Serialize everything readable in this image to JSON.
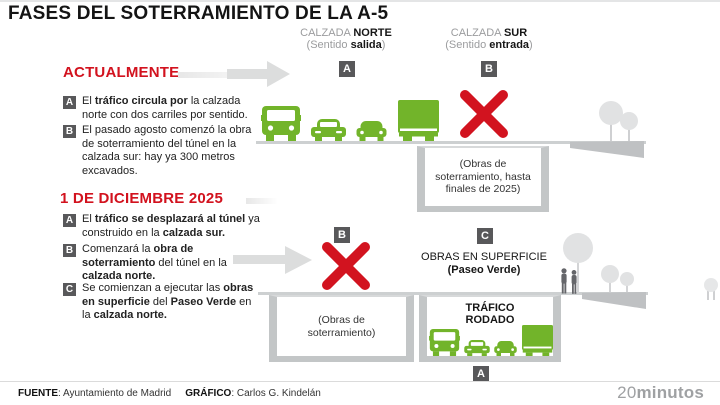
{
  "title": "FASES DEL SOTERRAMIENTO DE LA A-5",
  "colors": {
    "accent_red": "#d2131f",
    "vehicle_green": "#72b42a",
    "badge_gray": "#58585a",
    "scenery_gray": "#c7c9cb"
  },
  "headers": {
    "north": {
      "title": [
        {
          "t": "CALZADA ",
          "b": false
        },
        {
          "t": "NORTE",
          "b": true
        }
      ],
      "subtitle": [
        {
          "t": "(Sentido ",
          "b": false
        },
        {
          "t": "salida",
          "b": true
        },
        {
          "t": ")",
          "b": false
        }
      ],
      "badge": "A"
    },
    "south": {
      "title": [
        {
          "t": "CALZADA ",
          "b": false
        },
        {
          "t": "SUR",
          "b": true
        }
      ],
      "subtitle": [
        {
          "t": "(Sentido ",
          "b": false
        },
        {
          "t": "entrada",
          "b": true
        },
        {
          "t": ")",
          "b": false
        }
      ],
      "badge": "B"
    }
  },
  "sections": {
    "now": {
      "heading": "ACTUALMENTE",
      "items": [
        {
          "badge": "A",
          "text": [
            {
              "t": "El ",
              "b": false
            },
            {
              "t": "tráfico circula por",
              "b": true
            },
            {
              "t": " la calzada norte con dos carriles por sentido.",
              "b": false
            }
          ]
        },
        {
          "badge": "B",
          "text": [
            {
              "t": "El pasado agosto comenzó la obra de soterramiento del túnel en la calzada sur: hay ya 300 metros excavados.",
              "b": false
            }
          ]
        }
      ]
    },
    "dec": {
      "heading": "1 DE DICIEMBRE 2025",
      "items": [
        {
          "badge": "A",
          "text": [
            {
              "t": "El ",
              "b": false
            },
            {
              "t": "tráfico se desplazará al túnel",
              "b": true
            },
            {
              "t": " ya construido en la ",
              "b": false
            },
            {
              "t": "calzada sur.",
              "b": true
            }
          ]
        },
        {
          "badge": "B",
          "text": [
            {
              "t": "Comenzará la ",
              "b": false
            },
            {
              "t": "obra de soterramiento",
              "b": true
            },
            {
              "t": " del túnel en la ",
              "b": false
            },
            {
              "t": "calzada norte.",
              "b": true
            }
          ]
        },
        {
          "badge": "C",
          "text": [
            {
              "t": "Se comienzan a ejecutar las ",
              "b": false
            },
            {
              "t": "obras en superficie",
              "b": true
            },
            {
              "t": " del ",
              "b": false
            },
            {
              "t": "Paseo Verde",
              "b": true
            },
            {
              "t": " en la ",
              "b": false
            },
            {
              "t": "calzada norte.",
              "b": true
            }
          ]
        }
      ]
    }
  },
  "diagram_top": {
    "arrow_icon": "arrow-right-icon",
    "closed_icon": "closed-x-icon",
    "vehicles": [
      "bus-icon",
      "sedan-icon",
      "compact-car-icon",
      "truck-icon"
    ],
    "tunnel_label": "(Obras de soterramiento, hasta finales de 2025)"
  },
  "diagram_bottom": {
    "arrow_icon": "arrow-right-icon",
    "north_badge": "B",
    "closed_icon": "closed-x-icon",
    "north_tunnel_label": "(Obras de soterramiento)",
    "surface_badge": "C",
    "surface_label": "OBRAS EN SUPERFICIE",
    "surface_sublabel": "(Paseo Verde)",
    "south_tunnel_label": "TRÁFICO RODADO",
    "vehicles": [
      "bus-icon",
      "sedan-icon",
      "compact-car-icon",
      "truck-icon"
    ],
    "traffic_badge": "A",
    "scenery_icons": [
      "trees-icon",
      "pedestrians-icon"
    ]
  },
  "footer": {
    "source_label": "FUENTE",
    "source_value": ": Ayuntamiento de Madrid",
    "credit_label": "GRÁFICO",
    "credit_value": ": Carlos G. Kindelán",
    "logo_prefix": "20",
    "logo_suffix": "minutos"
  }
}
